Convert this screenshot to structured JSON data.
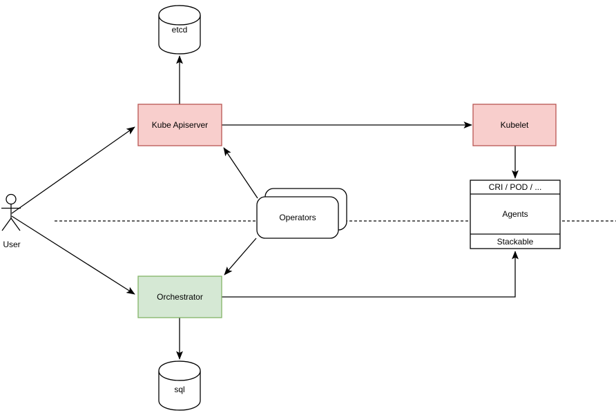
{
  "diagram": {
    "actor": {
      "label": "User"
    },
    "nodes": {
      "etcd": {
        "label": "etcd",
        "shape": "cylinder"
      },
      "kube_apiserver": {
        "label": "Kube Apiserver",
        "fill": "#f8cecc",
        "stroke": "#b85450"
      },
      "kubelet": {
        "label": "Kubelet",
        "fill": "#f8cecc",
        "stroke": "#b85450"
      },
      "operators": {
        "label": "Operators",
        "shape": "stacked-rounded-rect",
        "fill": "#ffffff",
        "stroke": "#000000"
      },
      "agents_stack": {
        "rows": [
          "CRI / POD / ...",
          "Agents",
          "Stackable"
        ],
        "fill": "#ffffff",
        "stroke": "#000000"
      },
      "orchestrator": {
        "label": "Orchestrator",
        "fill": "#d5e8d4",
        "stroke": "#82b366"
      },
      "sql": {
        "label": "sql",
        "shape": "cylinder"
      }
    },
    "edges": [
      {
        "from": "user",
        "to": "kube_apiserver",
        "style": "arrow"
      },
      {
        "from": "user",
        "to": "orchestrator",
        "style": "arrow"
      },
      {
        "from": "kube_apiserver",
        "to": "etcd",
        "style": "arrow"
      },
      {
        "from": "kube_apiserver",
        "to": "kubelet",
        "style": "arrow"
      },
      {
        "from": "kubelet",
        "to": "agents_stack",
        "style": "arrow"
      },
      {
        "from": "operators",
        "to": "kube_apiserver",
        "style": "arrow"
      },
      {
        "from": "operators",
        "to": "orchestrator",
        "style": "arrow"
      },
      {
        "from": "orchestrator",
        "to": "agents_stack_stackable",
        "style": "arrow-elbow"
      },
      {
        "from": "orchestrator",
        "to": "sql",
        "style": "arrow"
      }
    ],
    "boundary": {
      "style": "dashed-horizontal-line"
    },
    "colors": {
      "background": "#ffffff",
      "line": "#000000",
      "red_fill": "#f8cecc",
      "red_stroke": "#b85450",
      "green_fill": "#d5e8d4",
      "green_stroke": "#82b366",
      "plain_fill": "#ffffff",
      "text": "#000000"
    }
  }
}
